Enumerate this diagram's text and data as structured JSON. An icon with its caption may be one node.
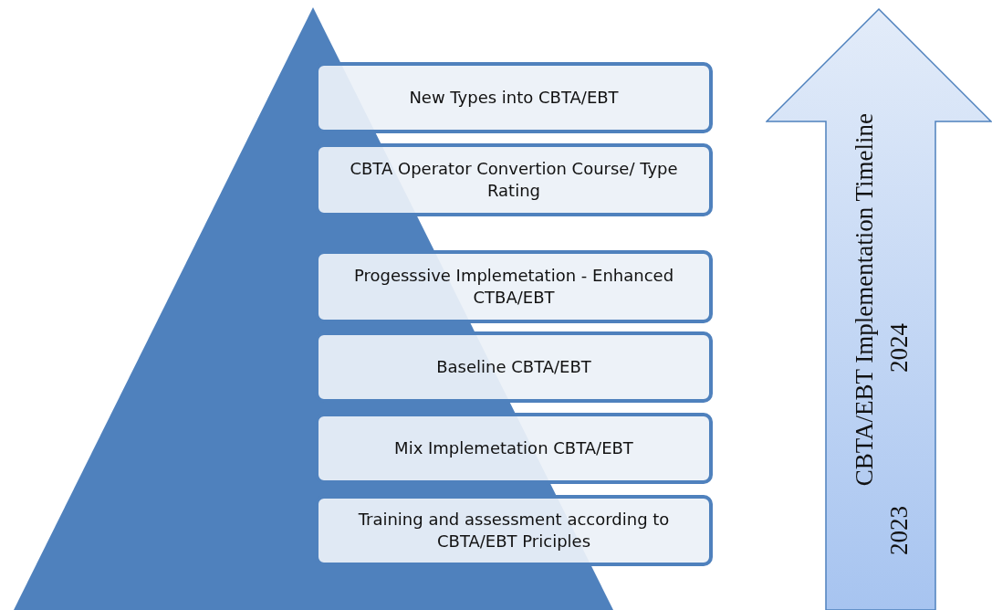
{
  "diagram": {
    "nodes": [
      {
        "text": [
          "New Types into CBTA/EBT"
        ]
      },
      {
        "text": [
          "CBTA Operator Convertion Course/ Type Rating"
        ]
      },
      {
        "text": [
          "Progesssive Implemetation - Enhanced CTBA/EBT"
        ]
      },
      {
        "text": [
          "Baseline CBTA/EBT"
        ]
      },
      {
        "text": [
          "Mix Implemetation CBTA/EBT"
        ]
      },
      {
        "text": [
          "Training and assessment according to CBTA/EBT Priciples"
        ]
      },
      {
        "text": [
          "CBTA/EBT Implementation Timeline",
          "2024",
          "2023"
        ]
      }
    ],
    "edges": []
  }
}
